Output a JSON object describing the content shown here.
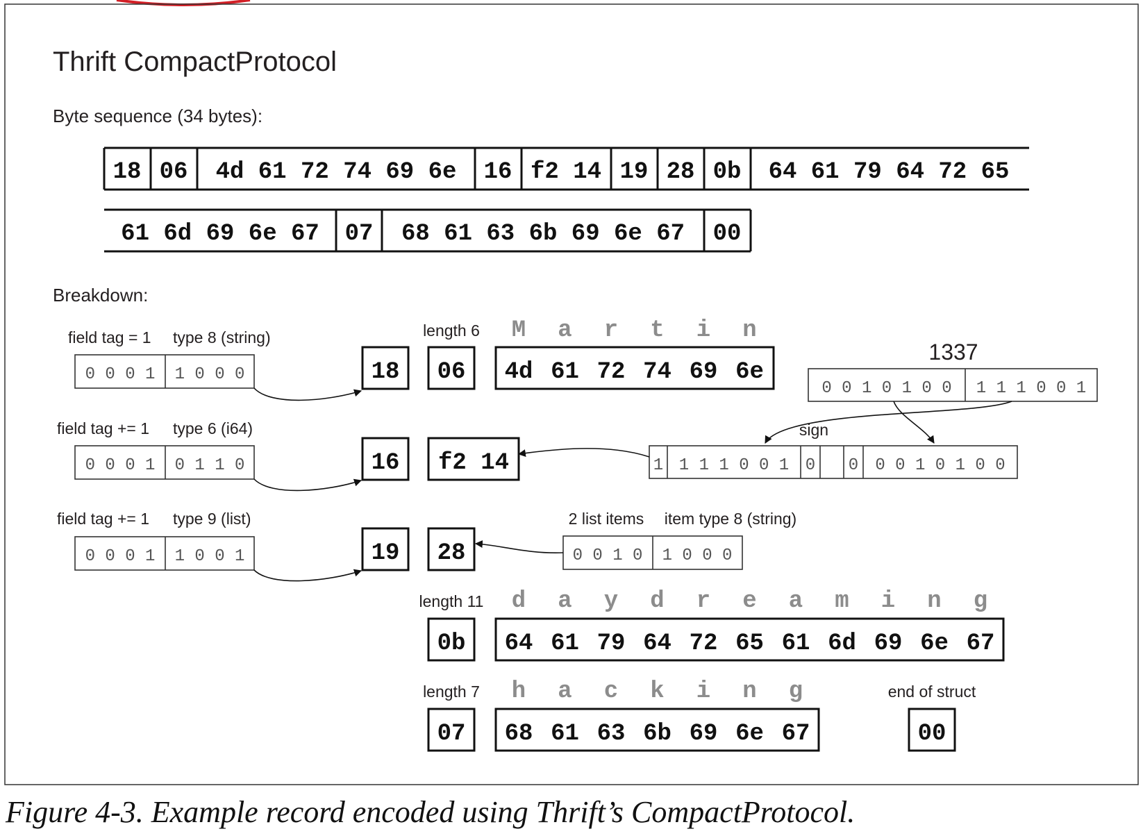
{
  "title": "Thrift CompactProtocol",
  "byte_sequence_label": "Byte sequence (34 bytes):",
  "sequence_row1": [
    "18",
    "06",
    "4d 61 72 74 69 6e",
    "16",
    "f2 14",
    "19",
    "28",
    "0b",
    "64 61 79 64 72 65"
  ],
  "sequence_row2": [
    "61 6d 69 6e 67",
    "07",
    "68 61 63 6b 69 6e 67",
    "00"
  ],
  "breakdown_label": "Breakdown:",
  "field1": {
    "label_tag": "field tag = 1",
    "label_type": "type 8 (string)",
    "bits_tag": "0 0 0 1",
    "bits_type": "1 0 0 0",
    "byte": "18"
  },
  "name": {
    "length_label": "length 6",
    "length_byte": "06",
    "letters": [
      "M",
      "a",
      "r",
      "t",
      "i",
      "n"
    ],
    "bytes": [
      "4d",
      "61",
      "72",
      "74",
      "69",
      "6e"
    ]
  },
  "field2": {
    "label_tag": "field tag += 1",
    "label_type": "type 6 (i64)",
    "bits_tag": "0 0 0 1",
    "bits_type": "0 1 1 0",
    "byte": "16",
    "value_bytes": "f2 14"
  },
  "number": {
    "value_label": "1337",
    "bits_high": "0 0 1 0 1 0 0",
    "bits_low": "1 1 1 0 0 1",
    "sign_label": "sign",
    "encoded": [
      "1",
      "1 1 1 0 0 1",
      "0",
      "",
      "0",
      "0 0 1 0 1 0 0"
    ]
  },
  "field3": {
    "label_tag": "field tag += 1",
    "label_type": "type 9 (list)",
    "bits_tag": "0 0 0 1",
    "bits_type": "1 0 0 1",
    "byte": "19",
    "list_byte": "28"
  },
  "list_header": {
    "label_count": "2 list items",
    "label_type": "item type 8 (string)",
    "bits_count": "0 0 1 0",
    "bits_type": "1 0 0 0"
  },
  "item1": {
    "length_label": "length 11",
    "length_byte": "0b",
    "letters": [
      "d",
      "a",
      "y",
      "d",
      "r",
      "e",
      "a",
      "m",
      "i",
      "n",
      "g"
    ],
    "bytes": [
      "64",
      "61",
      "79",
      "64",
      "72",
      "65",
      "61",
      "6d",
      "69",
      "6e",
      "67"
    ]
  },
  "item2": {
    "length_label": "length 7",
    "length_byte": "07",
    "letters": [
      "h",
      "a",
      "c",
      "k",
      "i",
      "n",
      "g"
    ],
    "bytes": [
      "68",
      "61",
      "63",
      "6b",
      "69",
      "6e",
      "67"
    ]
  },
  "end": {
    "label": "end of struct",
    "byte": "00"
  },
  "caption": "Figure 4-3. Example record encoded using Thrift’s CompactProtocol."
}
